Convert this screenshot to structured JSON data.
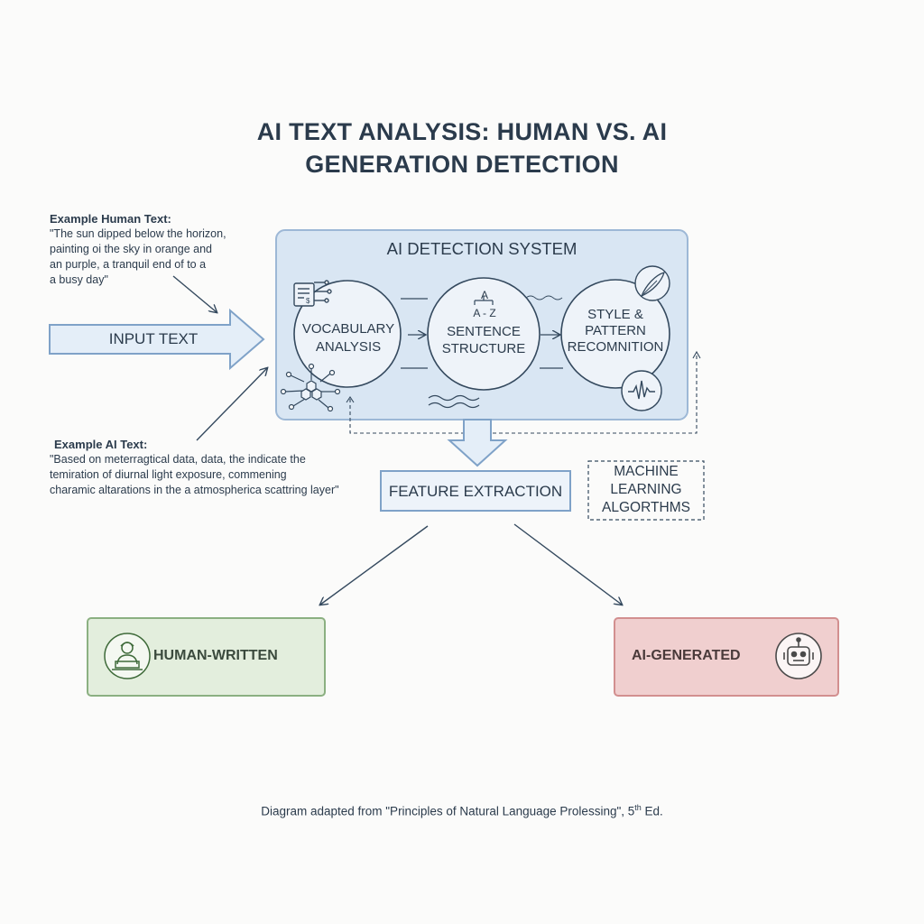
{
  "title": {
    "line1": "AI TEXT ANALYSIS: HUMAN VS. AI",
    "line2": "GENERATION DETECTION"
  },
  "human_example": {
    "heading": "Example Human Text:",
    "lines": [
      "\"The sun dipped below the horizon,",
      "painting oi the sky in orange and",
      "an purple, a tranquil end of to a",
      "a busy day\""
    ]
  },
  "ai_example": {
    "heading": "Example AI Text:",
    "lines": [
      "\"Based on meterragtical data, data, the indicate the",
      "temiration of diurnal light exposure, commening",
      "charamic altarations in the a atmospherica scattring layer\""
    ]
  },
  "input": {
    "label": "INPUT TEXT"
  },
  "system": {
    "title": "AI DETECTION SYSTEM",
    "modules": [
      {
        "label_line1": "VOCABULARY",
        "label_line2": "ANALYSIS"
      },
      {
        "label_line1": "SENTENCE",
        "label_line2": "STRUCTURE",
        "glyph_top": "A",
        "glyph_bottom": "A - Z"
      },
      {
        "label_line1": "STYLE &",
        "label_line2": "PATTERN",
        "label_line3": "RECOMNITION"
      }
    ]
  },
  "feature_extraction": {
    "label": "FEATURE EXTRACTION"
  },
  "machine_learning": {
    "line1": "MACHINE",
    "line2": "LEARNING",
    "line3": "ALGORTHMS"
  },
  "outputs": {
    "human": {
      "label": "HUMAN-WRITTEN",
      "color": "#e3eedd"
    },
    "ai": {
      "label": "AI-GENERATED",
      "color": "#f0cfcf"
    }
  },
  "caption": {
    "text": "Diagram adapted from \"Principles of Natural Language Prolessing\", 5",
    "sup": "th",
    "tail": " Ed."
  },
  "colors": {
    "system_fill": "#d9e6f3",
    "system_stroke": "#9db8d6",
    "arrow_fill": "#e4eef8",
    "arrow_stroke": "#7fa2c8",
    "line": "#34495e"
  },
  "icons": [
    "document-icon",
    "network-icon",
    "quill-icon",
    "waveform-icon",
    "person-laptop-icon",
    "robot-icon"
  ]
}
